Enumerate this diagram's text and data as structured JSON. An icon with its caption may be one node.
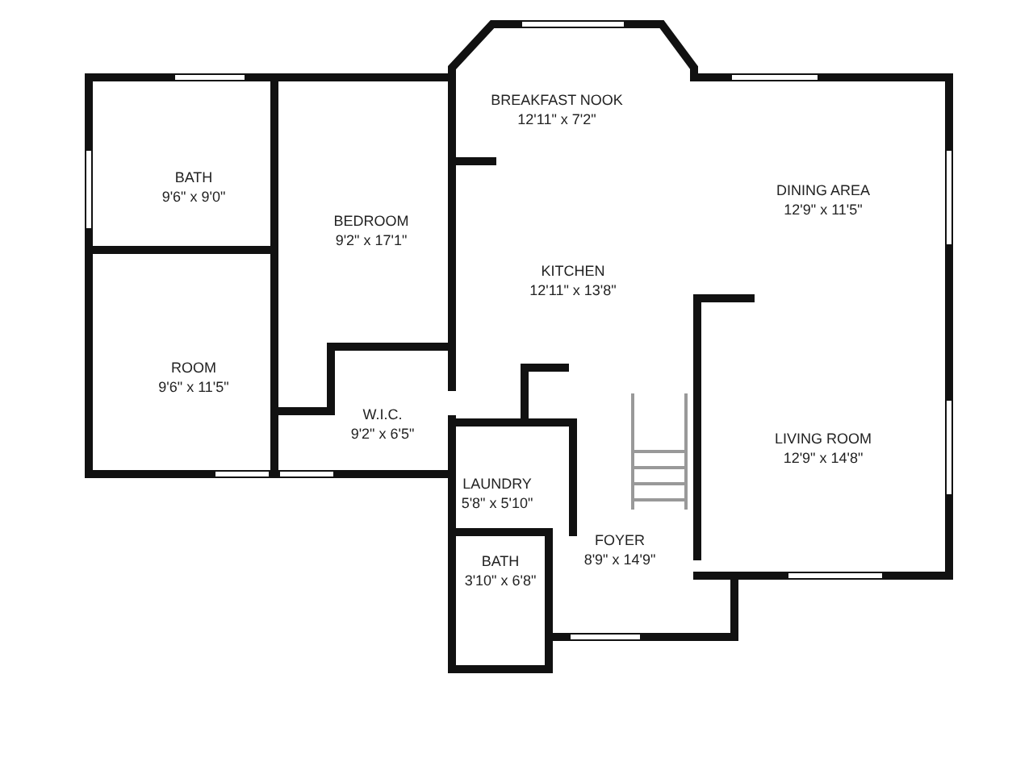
{
  "diagram": {
    "nodes": [
      {
        "text": [
          "BREAKFAST NOOK",
          "12'11\" x 7'2\""
        ]
      },
      {
        "text": [
          "BATH",
          "9'6\" x 9'0\""
        ]
      },
      {
        "text": [
          "BEDROOM",
          "9'2\" x 17'1\""
        ]
      },
      {
        "text": [
          "DINING AREA",
          "12'9\" x 11'5\""
        ]
      },
      {
        "text": [
          "KITCHEN",
          "12'11\" x 13'8\""
        ]
      },
      {
        "text": [
          "ROOM",
          "9'6\" x 11'5\""
        ]
      },
      {
        "text": [
          "W.I.C.",
          "9'2\" x 6'5\""
        ]
      },
      {
        "text": [
          "LIVING ROOM",
          "12'9\" x 14'8\""
        ]
      },
      {
        "text": [
          "LAUNDRY",
          "5'8\" x 5'10\""
        ]
      },
      {
        "text": [
          "FOYER",
          "8'9\" x 14'9\""
        ]
      },
      {
        "text": [
          "BATH",
          "3'10\" x 6'8\""
        ]
      }
    ]
  }
}
